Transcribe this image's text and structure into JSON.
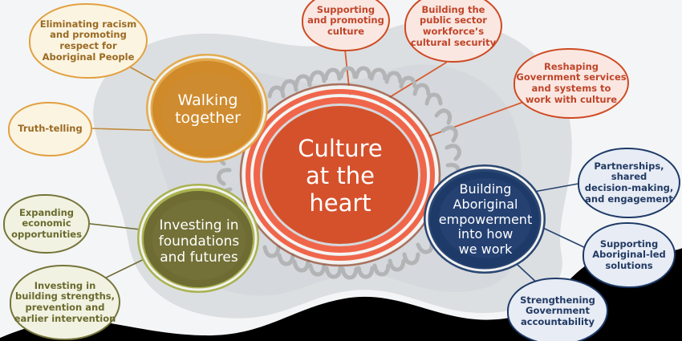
{
  "diagram": {
    "title": "Culture at the heart",
    "center": {
      "label": "Culture\nat the\nheart",
      "line1": "Culture",
      "line2": "at the",
      "line3": "heart",
      "fill": "#D5512C",
      "ring": "#F0664A"
    },
    "pillars": [
      {
        "id": "walking-together",
        "line1": "Walking",
        "line2": "together",
        "fill": "#D08A2A",
        "rim": "#E3AB4E",
        "text_color": "#ffffff"
      },
      {
        "id": "investing-in-foundations-and-futures",
        "line1": "Investing in",
        "line2": "foundations",
        "line3": "and futures",
        "fill": "#6E6C33",
        "rim": "#A9B24F",
        "text_color": "#ffffff"
      },
      {
        "id": "building-aboriginal-empowerment-into-how-we-work",
        "line1": "Building",
        "line2": "Aboriginal",
        "line3": "empowerment",
        "line4": "into how",
        "line5": "we work",
        "fill": "#1E3A68",
        "rim": "#30507F",
        "text_color": "#ffffff"
      }
    ],
    "satellites": [
      {
        "id": "eliminating-racism",
        "group": "orange",
        "lines": [
          "Eliminating racism",
          "and promoting",
          "respect for",
          "Aboriginal People"
        ]
      },
      {
        "id": "truth-telling",
        "group": "orange",
        "lines": [
          "Truth-telling"
        ]
      },
      {
        "id": "supporting-and-promoting-culture",
        "group": "red",
        "lines": [
          "Supporting",
          "and promoting",
          "culture"
        ]
      },
      {
        "id": "building-public-sector-workforce-cultural-security",
        "group": "red",
        "lines": [
          "Building the",
          "public sector",
          "workforce’s",
          "cultural security"
        ]
      },
      {
        "id": "reshaping-government-services",
        "group": "red",
        "lines": [
          "Reshaping",
          "Government services",
          "and systems to",
          "work with culture"
        ]
      },
      {
        "id": "partnerships-shared-decision-making",
        "group": "blue",
        "lines": [
          "Partnerships,",
          "shared",
          "decision-making,",
          "and engagement"
        ]
      },
      {
        "id": "supporting-aboriginal-led-solutions",
        "group": "blue",
        "lines": [
          "Supporting",
          "Aboriginal-led",
          "solutions"
        ]
      },
      {
        "id": "strengthening-government-accountability",
        "group": "blue",
        "lines": [
          "Strengthening",
          "Government",
          "accountability"
        ]
      },
      {
        "id": "expanding-economic-opportunities",
        "group": "olive",
        "lines": [
          "Expanding",
          "economic",
          "opportunities"
        ]
      },
      {
        "id": "investing-in-building-strengths",
        "group": "olive",
        "lines": [
          "Investing in",
          "building strengths,",
          "prevention and",
          "earlier intervention"
        ]
      }
    ]
  }
}
